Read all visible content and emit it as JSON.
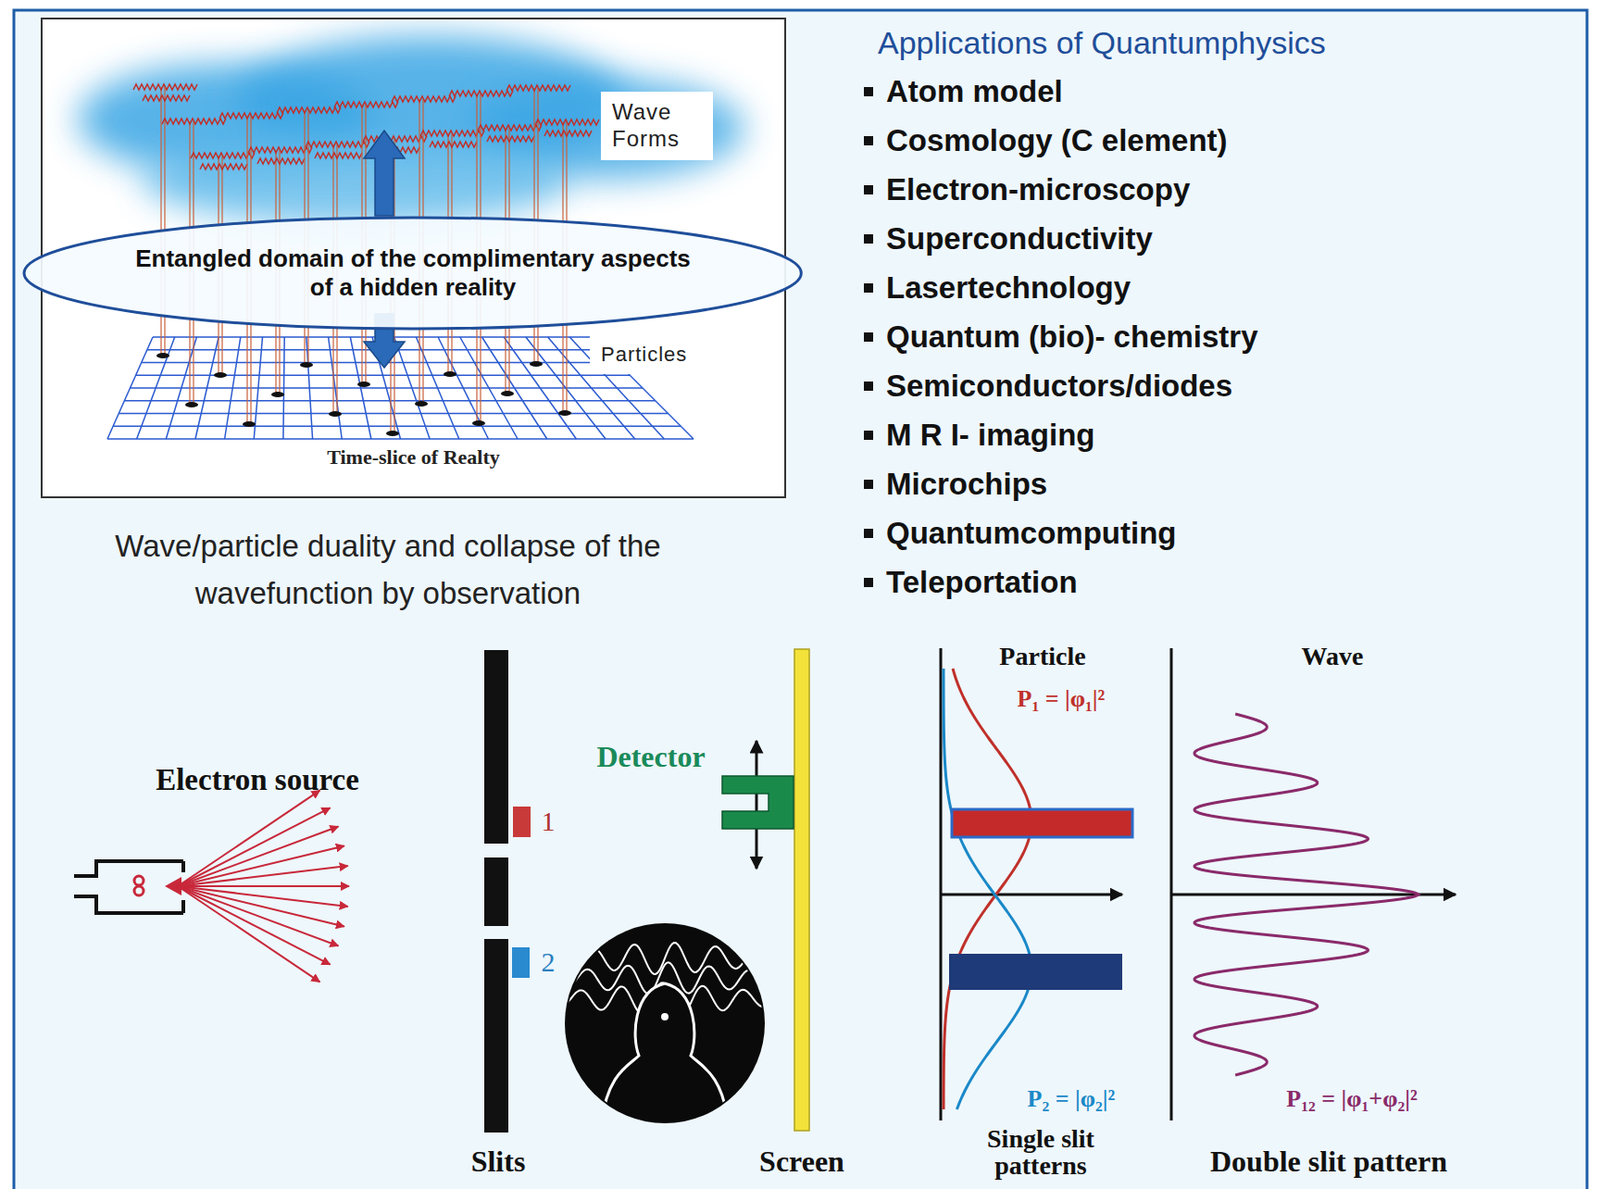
{
  "diagram": {
    "title": "Applications of Quantumphysics",
    "caption": "Wave/particle duality and collapse of the wavefunction by observation",
    "nodes": [
      {
        "text": [
          "Time-slice of Realty"
        ]
      },
      {
        "text": [
          "Entangled domain of the complimentary aspects of a hidden reality"
        ],
        "in": 0
      },
      {
        "text": [
          "Wave Forms"
        ],
        "in": 0
      },
      {
        "text": [
          "Particles"
        ],
        "in": 0
      }
    ],
    "labels": [
      "Atom model",
      "Cosmology (C element)",
      "Electron-microscopy",
      "Superconductivity",
      "Lasertechnology",
      "Quantum (bio)- chemistry",
      "Semiconductors/diodes",
      "M R I- imaging",
      "Microchips",
      "Quantumcomputing",
      "Teleportation",
      "Electron source",
      "1",
      "2",
      "Detector",
      "Slits",
      "Screen",
      "Particle",
      "Wave",
      "P₁ = |φ₁|²",
      "P₂ = |φ₂|²",
      "P₁₂ = |φ₁+φ₂|²",
      "Single slit patterns",
      "Double slit pattern"
    ]
  }
}
